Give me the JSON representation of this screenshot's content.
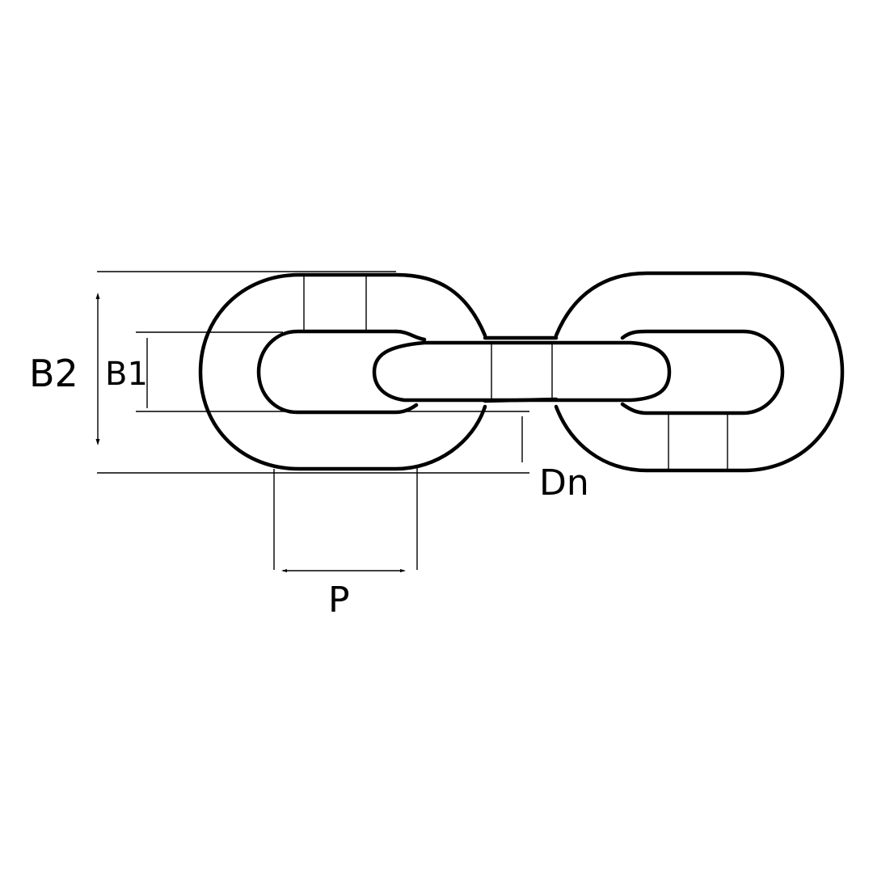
{
  "diagram": {
    "subject": "chain",
    "colors": {
      "stroke": "#000000",
      "background": "#ffffff"
    },
    "labels": {
      "b2": "B2",
      "b1": "B1",
      "dn": "Dn",
      "p": "P"
    }
  }
}
